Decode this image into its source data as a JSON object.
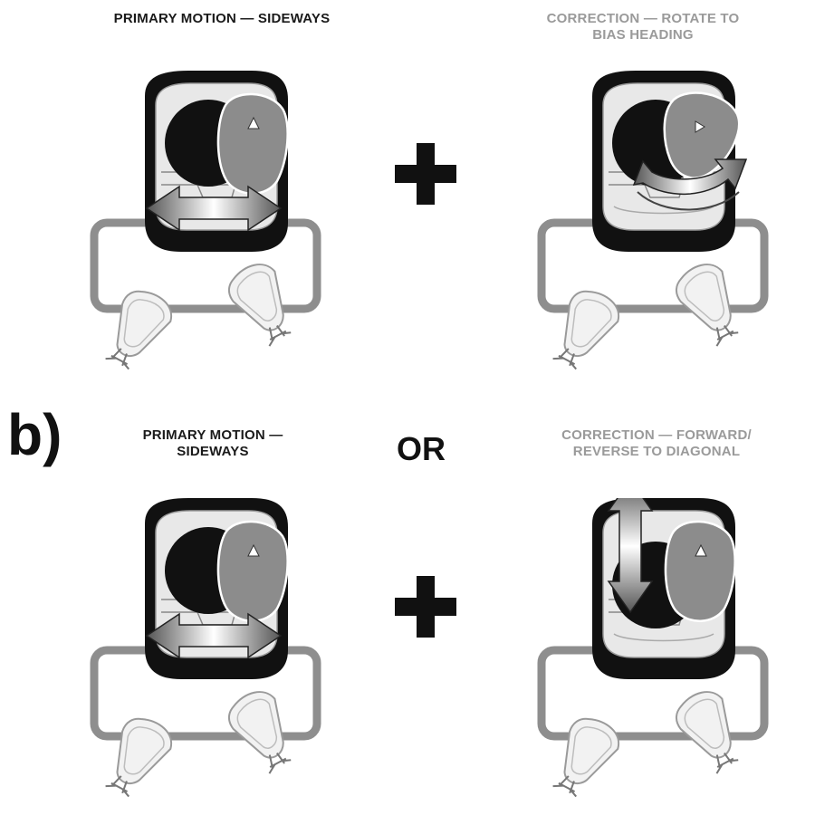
{
  "section_a": {
    "left_caption": [
      "PRIMARY MOTION — SIDEWAYS"
    ],
    "right_caption": [
      "CORRECTION — ROTATE TO",
      "BIAS HEADING"
    ]
  },
  "section_b": {
    "label": "b)",
    "left_caption": [
      "PRIMARY MOTION —",
      "SIDEWAYS"
    ],
    "connector": "OR",
    "right_caption": [
      "CORRECTION — FORWARD/",
      "REVERSE TO DIAGONAL"
    ]
  },
  "icons": {
    "plus": "plus-icon",
    "sideways_arrow": "double-arrow-horizontal-icon",
    "rotate_arrow": "curved-rotate-arrow-icon",
    "vertical_arrow": "double-arrow-vertical-icon"
  },
  "colors": {
    "primary_text": "#1a1a1a",
    "correction_text": "#9a9a9a",
    "boat_dark": "#111111",
    "boat_light": "#e8e8e8",
    "engine_grey": "#8c8c8c",
    "frame_grey": "#8e8e8e"
  }
}
